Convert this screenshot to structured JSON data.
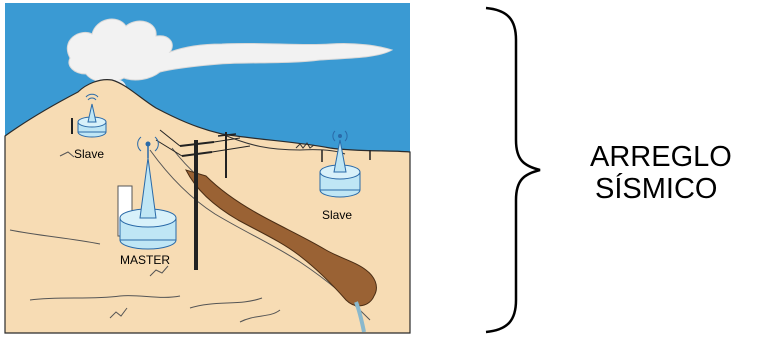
{
  "diagram": {
    "station_labels": {
      "slave_left": "Slave",
      "slave_right": "Slave",
      "master": "MASTER"
    },
    "group_label": {
      "line1": "ARREGLO",
      "line2": "SÍSMICO"
    },
    "colors": {
      "sky": "#3a9ad3",
      "ground": "#f7dcb4",
      "lava": "#9a6234",
      "station": "#bfe6f5",
      "station_outline": "#2a6aa8",
      "signal": "#2a6aa8"
    },
    "icons": [
      "volcano-plume-icon",
      "radio-signal-icon",
      "utility-pole-icon"
    ]
  }
}
